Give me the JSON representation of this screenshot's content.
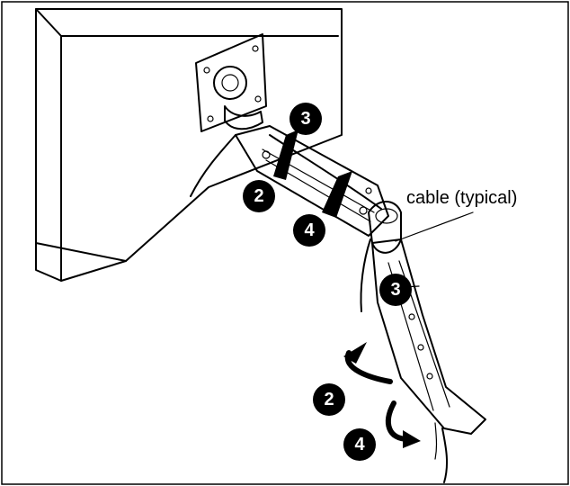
{
  "diagram": {
    "cable_label": "cable (typical)",
    "steps": {
      "step_3_upper": "3",
      "step_2_upper": "2",
      "step_4_upper": "4",
      "step_3_lower": "3",
      "step_2_lower": "2",
      "step_4_lower": "4"
    }
  }
}
